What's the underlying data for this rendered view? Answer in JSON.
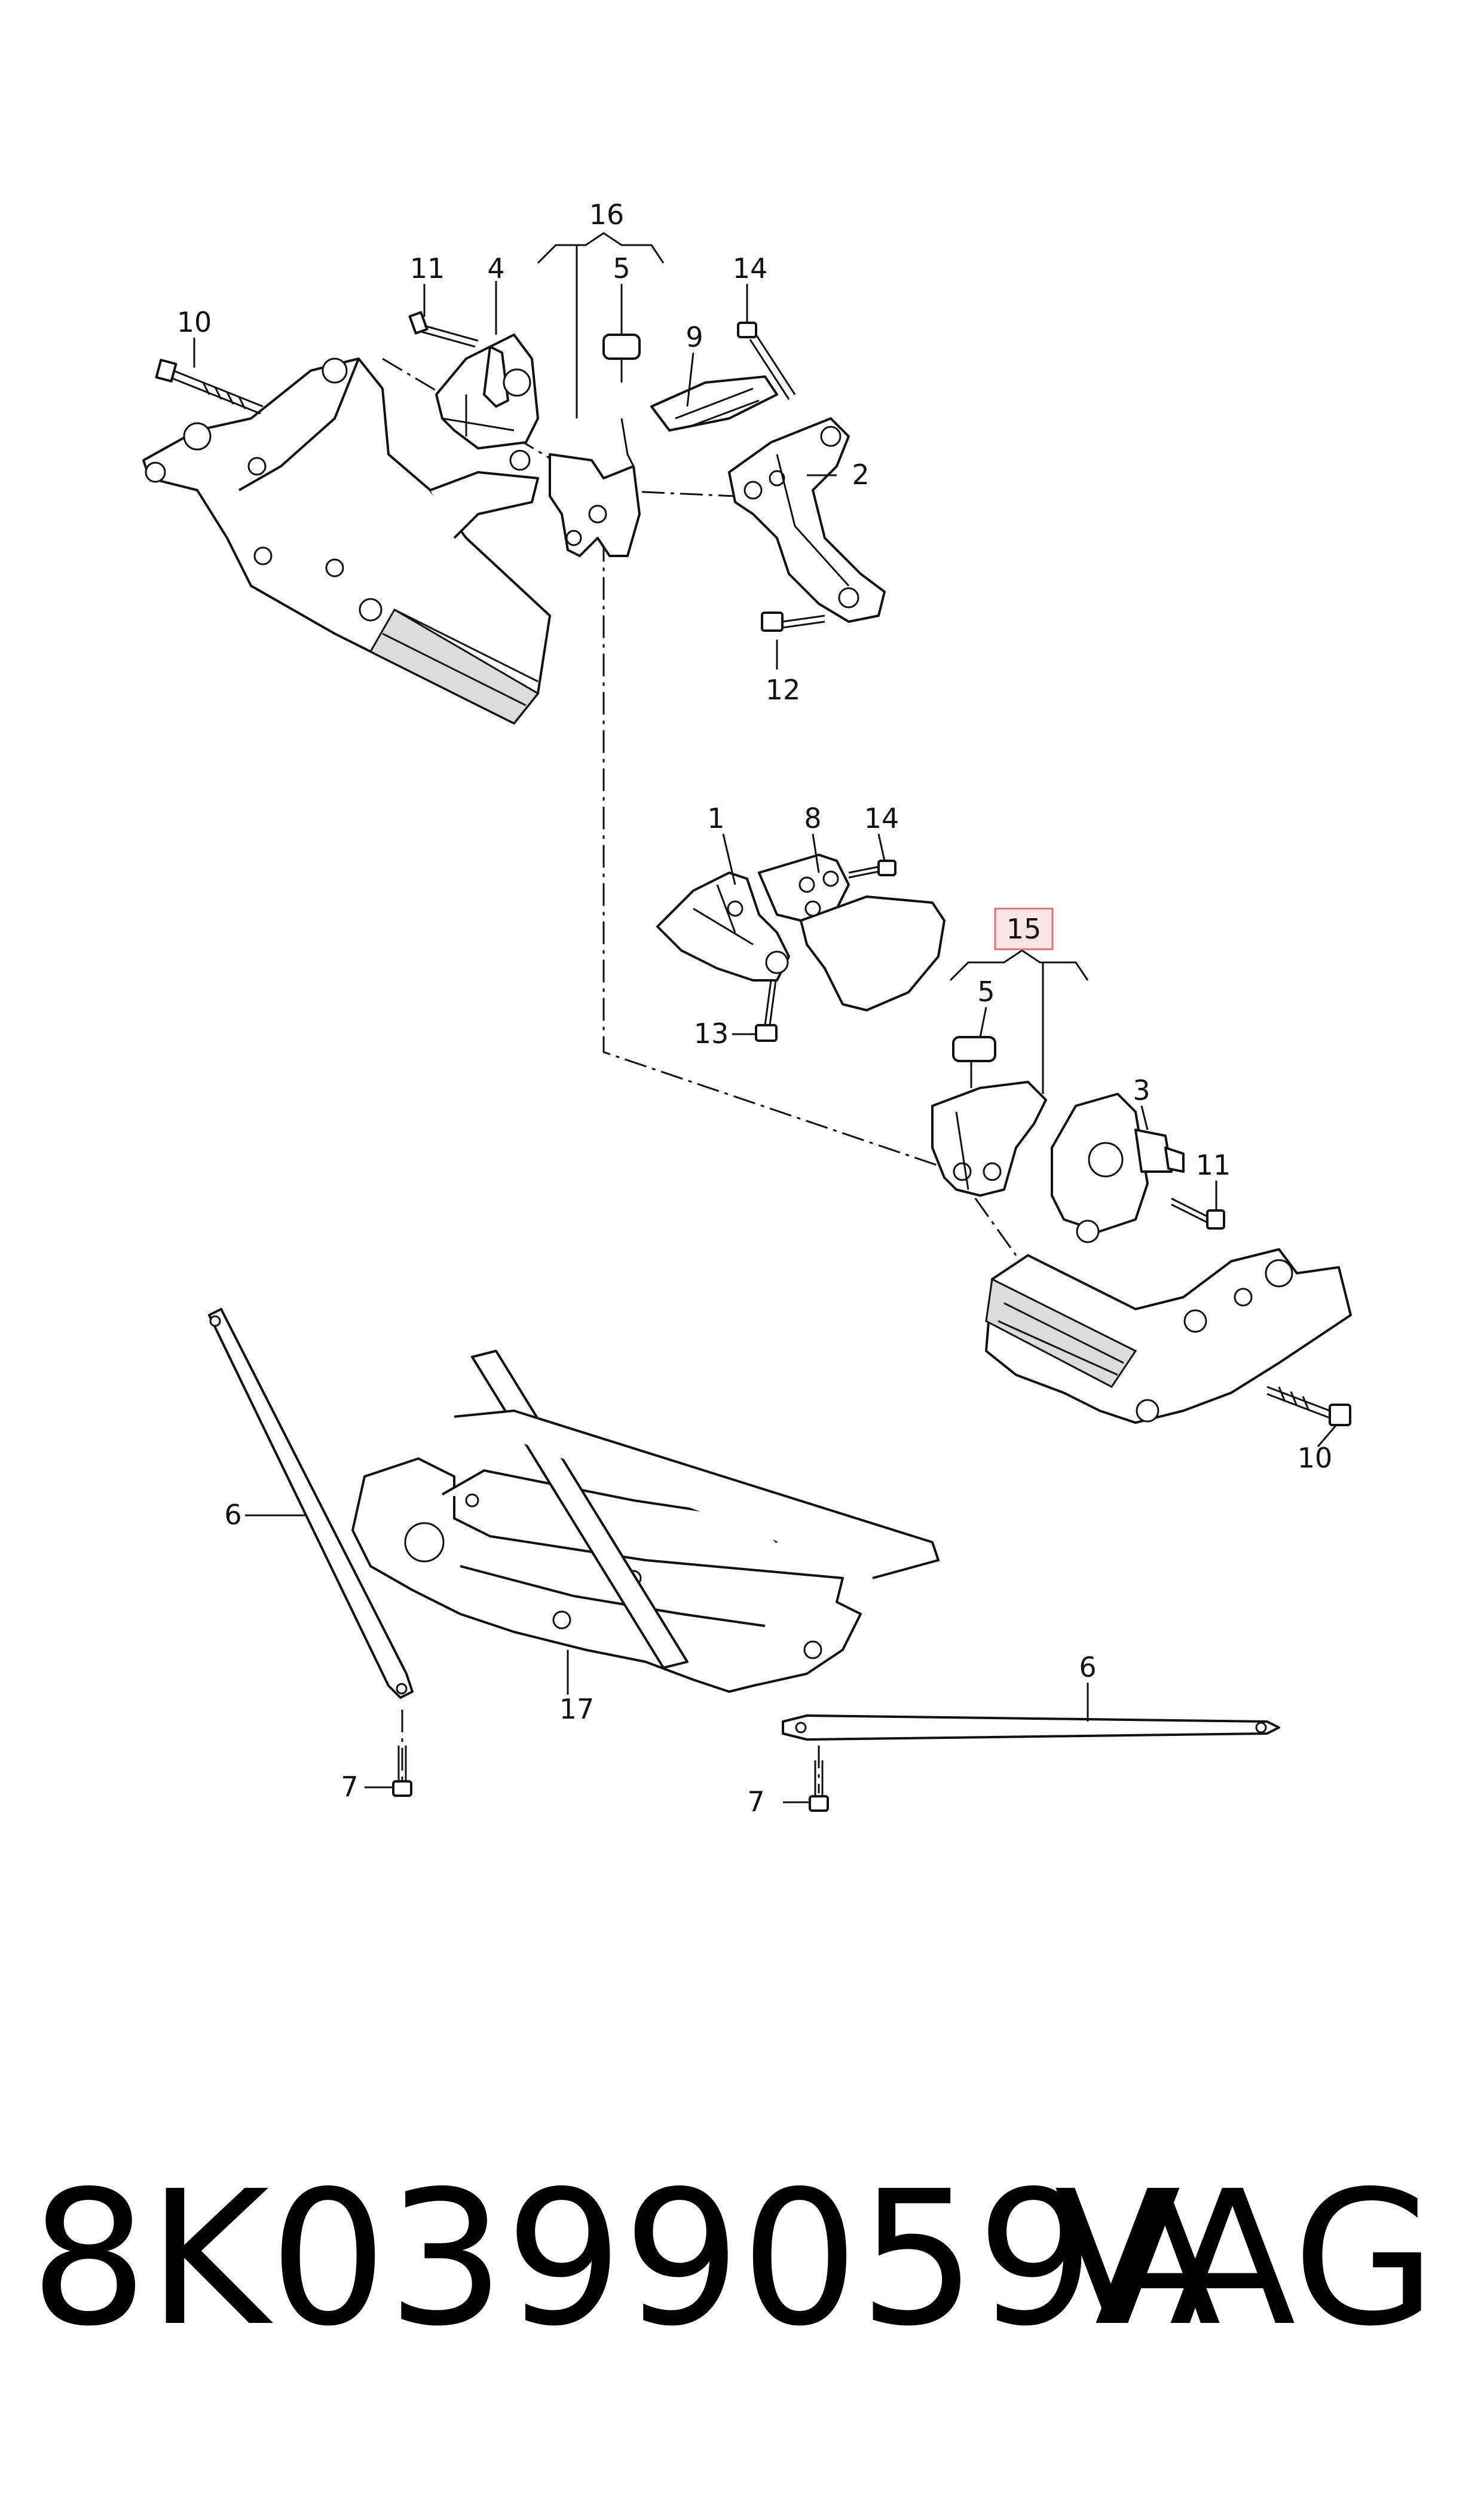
{
  "diagram": {
    "callouts": {
      "c1": "1",
      "c2": "2",
      "c3": "3",
      "c4": "4",
      "c5a": "5",
      "c5b": "5",
      "c6a": "6",
      "c6b": "6",
      "c7a": "7",
      "c7b": "7",
      "c8": "8",
      "c9": "9",
      "c10a": "10",
      "c10b": "10",
      "c11a": "11",
      "c11b": "11",
      "c12": "12",
      "c13": "13",
      "c14a": "14",
      "c14b": "14",
      "c15": "15",
      "c16": "16",
      "c17": "17"
    },
    "highlight_color": "#d9707c"
  },
  "footer": {
    "part_number": "8K0399059A",
    "brand": "VAG"
  }
}
